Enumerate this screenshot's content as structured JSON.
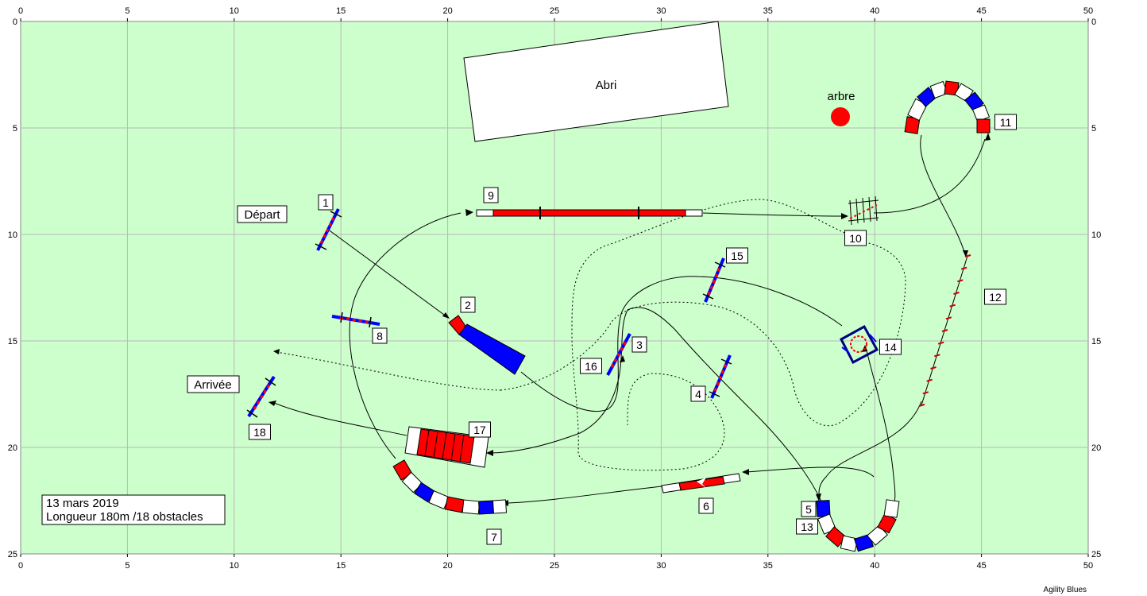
{
  "field": {
    "x_ticks": [
      "0",
      "5",
      "10",
      "15",
      "20",
      "25",
      "30",
      "35",
      "40",
      "45",
      "50"
    ],
    "y_ticks": [
      "0",
      "5",
      "10",
      "15",
      "20",
      "25"
    ],
    "background": "#ccffcc",
    "grid_color": "#b8b8b8"
  },
  "labels": {
    "shelter": "Abri",
    "tree": "arbre",
    "start": "Départ",
    "finish": "Arrivée"
  },
  "obstacle_numbers": [
    "1",
    "2",
    "3",
    "4",
    "5",
    "6",
    "7",
    "8",
    "9",
    "10",
    "11",
    "12",
    "13",
    "14",
    "15",
    "16",
    "17",
    "18"
  ],
  "info": {
    "date": "13 mars 2019",
    "length": "Longueur 180m /18 obstacles"
  },
  "footer": "Agility Blues",
  "colors": {
    "red": "#ff0000",
    "blue": "#0000ff",
    "white": "#ffffff",
    "tree": "#ff0000"
  }
}
